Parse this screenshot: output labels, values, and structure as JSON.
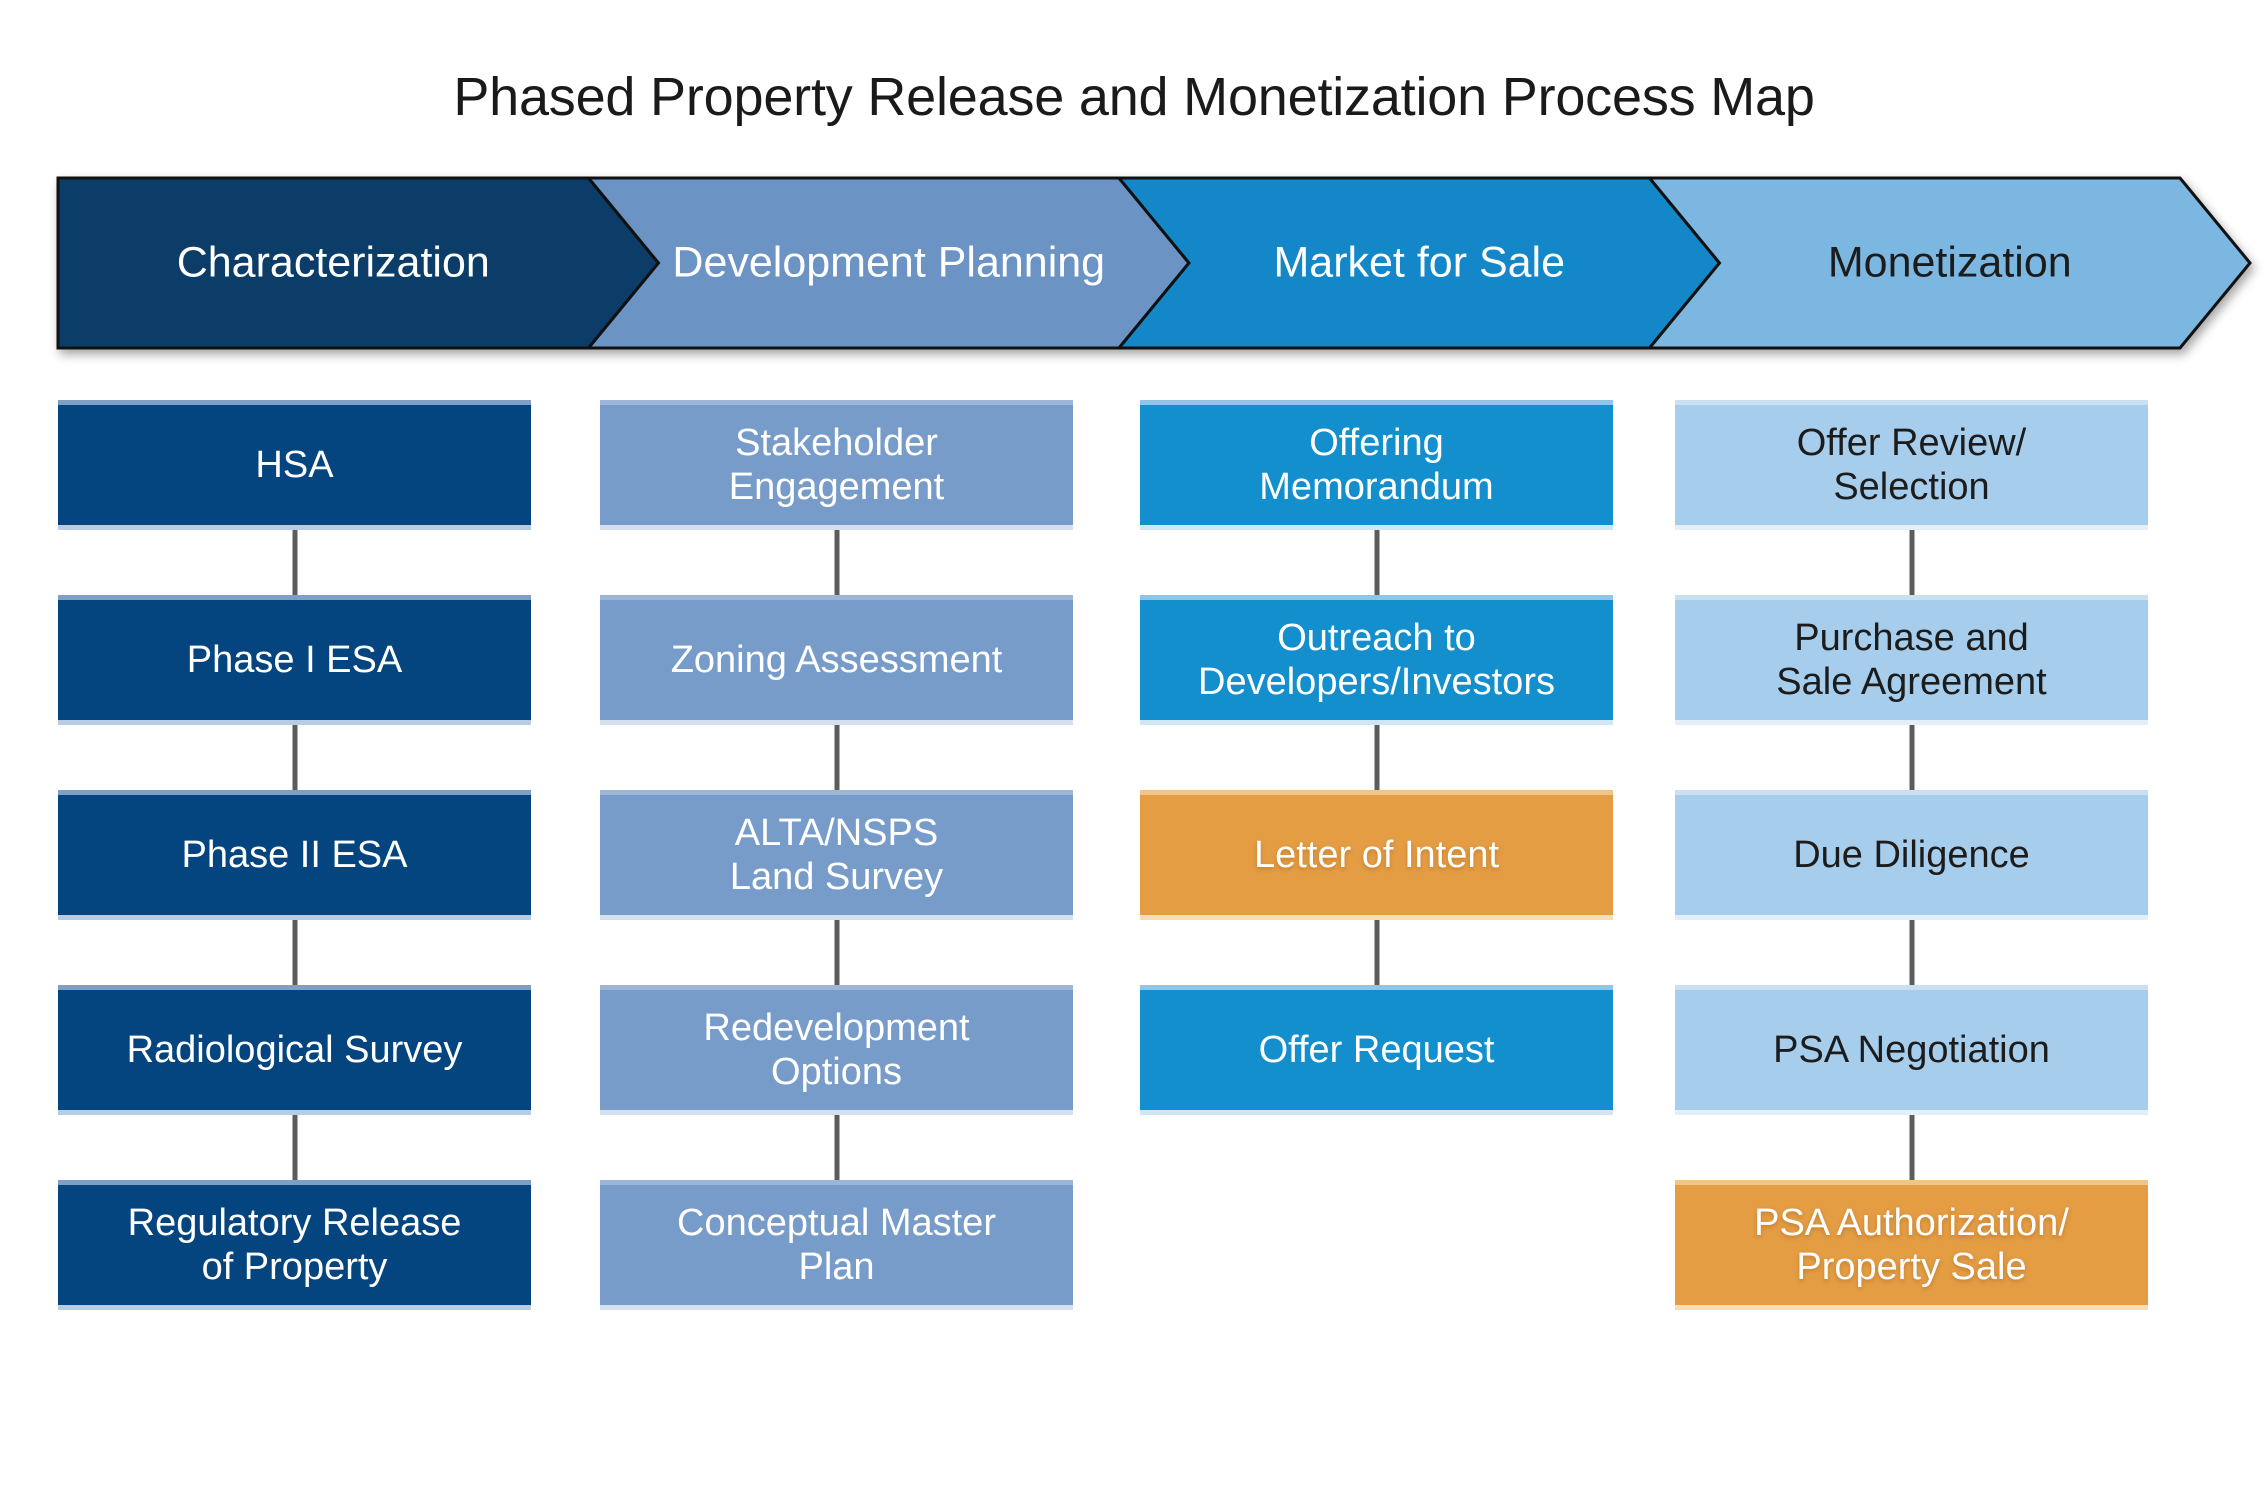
{
  "title": "Phased Property Release and Monetization Process Map",
  "colors": {
    "navy": "#04457f",
    "slate": "#789cc9",
    "bright_blue": "#128fcc",
    "light_blue": "#a6cdec",
    "orange": "#e59d44",
    "connector_gray": "#5c5c5c",
    "banner_navy": "#0c3c68",
    "banner_slate": "#6b93c4",
    "banner_bright": "#1487c8",
    "banner_light": "#7cb7e2",
    "text_light": "#ffffff",
    "text_dark": "#1c1c1c"
  },
  "phases": [
    {
      "label": "Characterization",
      "fill": "#0c3c68",
      "text_color": "light"
    },
    {
      "label": "Development Planning",
      "fill": "#6b93c4",
      "text_color": "light"
    },
    {
      "label": "Market for Sale",
      "fill": "#1487c8",
      "text_color": "light"
    },
    {
      "label": "Monetization",
      "fill": "#7cb7e2",
      "text_color": "dark"
    }
  ],
  "columns": [
    {
      "phase": "Characterization",
      "style": "fill-navy",
      "steps": [
        {
          "lines": [
            "HSA"
          ],
          "style": "fill-navy"
        },
        {
          "lines": [
            "Phase I ESA"
          ],
          "style": "fill-navy"
        },
        {
          "lines": [
            "Phase II ESA"
          ],
          "style": "fill-navy"
        },
        {
          "lines": [
            "Radiological Survey"
          ],
          "style": "fill-navy"
        },
        {
          "lines": [
            "Regulatory Release",
            "of Property"
          ],
          "style": "fill-navy"
        }
      ]
    },
    {
      "phase": "Development Planning",
      "style": "fill-slate",
      "steps": [
        {
          "lines": [
            "Stakeholder",
            "Engagement"
          ],
          "style": "fill-slate"
        },
        {
          "lines": [
            "Zoning Assessment"
          ],
          "style": "fill-slate"
        },
        {
          "lines": [
            "ALTA/NSPS",
            "Land Survey"
          ],
          "style": "fill-slate"
        },
        {
          "lines": [
            "Redevelopment",
            "Options"
          ],
          "style": "fill-slate"
        },
        {
          "lines": [
            "Conceptual Master",
            "Plan"
          ],
          "style": "fill-slate"
        }
      ]
    },
    {
      "phase": "Market for Sale",
      "style": "fill-bright",
      "steps": [
        {
          "lines": [
            "Offering",
            "Memorandum"
          ],
          "style": "fill-bright"
        },
        {
          "lines": [
            "Outreach to",
            "Developers/Investors"
          ],
          "style": "fill-bright"
        },
        {
          "lines": [
            "Letter of Intent"
          ],
          "style": "fill-orange"
        },
        {
          "lines": [
            "Offer Request"
          ],
          "style": "fill-bright"
        }
      ]
    },
    {
      "phase": "Monetization",
      "style": "fill-light",
      "steps": [
        {
          "lines": [
            "Offer Review/",
            "Selection"
          ],
          "style": "fill-light"
        },
        {
          "lines": [
            "Purchase and",
            "Sale Agreement"
          ],
          "style": "fill-light"
        },
        {
          "lines": [
            "Due Diligence"
          ],
          "style": "fill-light"
        },
        {
          "lines": [
            "PSA Negotiation"
          ],
          "style": "fill-light"
        },
        {
          "lines": [
            "PSA Authorization/",
            "Property Sale"
          ],
          "style": "fill-orange"
        }
      ]
    }
  ]
}
